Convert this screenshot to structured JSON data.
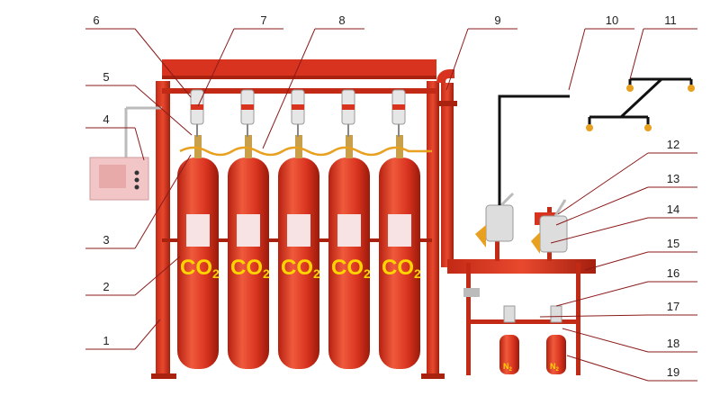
{
  "callouts": [
    "1",
    "2",
    "3",
    "4",
    "5",
    "6",
    "7",
    "8",
    "9",
    "10",
    "11",
    "12",
    "13",
    "14",
    "15",
    "16",
    "17",
    "18",
    "19"
  ],
  "cylinder_label": {
    "main": "CO",
    "sub": "2"
  },
  "nitrogen_label": {
    "main": "N",
    "sub": "2"
  },
  "colors": {
    "red": "#d8331f",
    "dark_red": "#a8220f",
    "leader": "#8b1a1a",
    "yellow": "#ffd400",
    "pipe_black": "#111111"
  }
}
